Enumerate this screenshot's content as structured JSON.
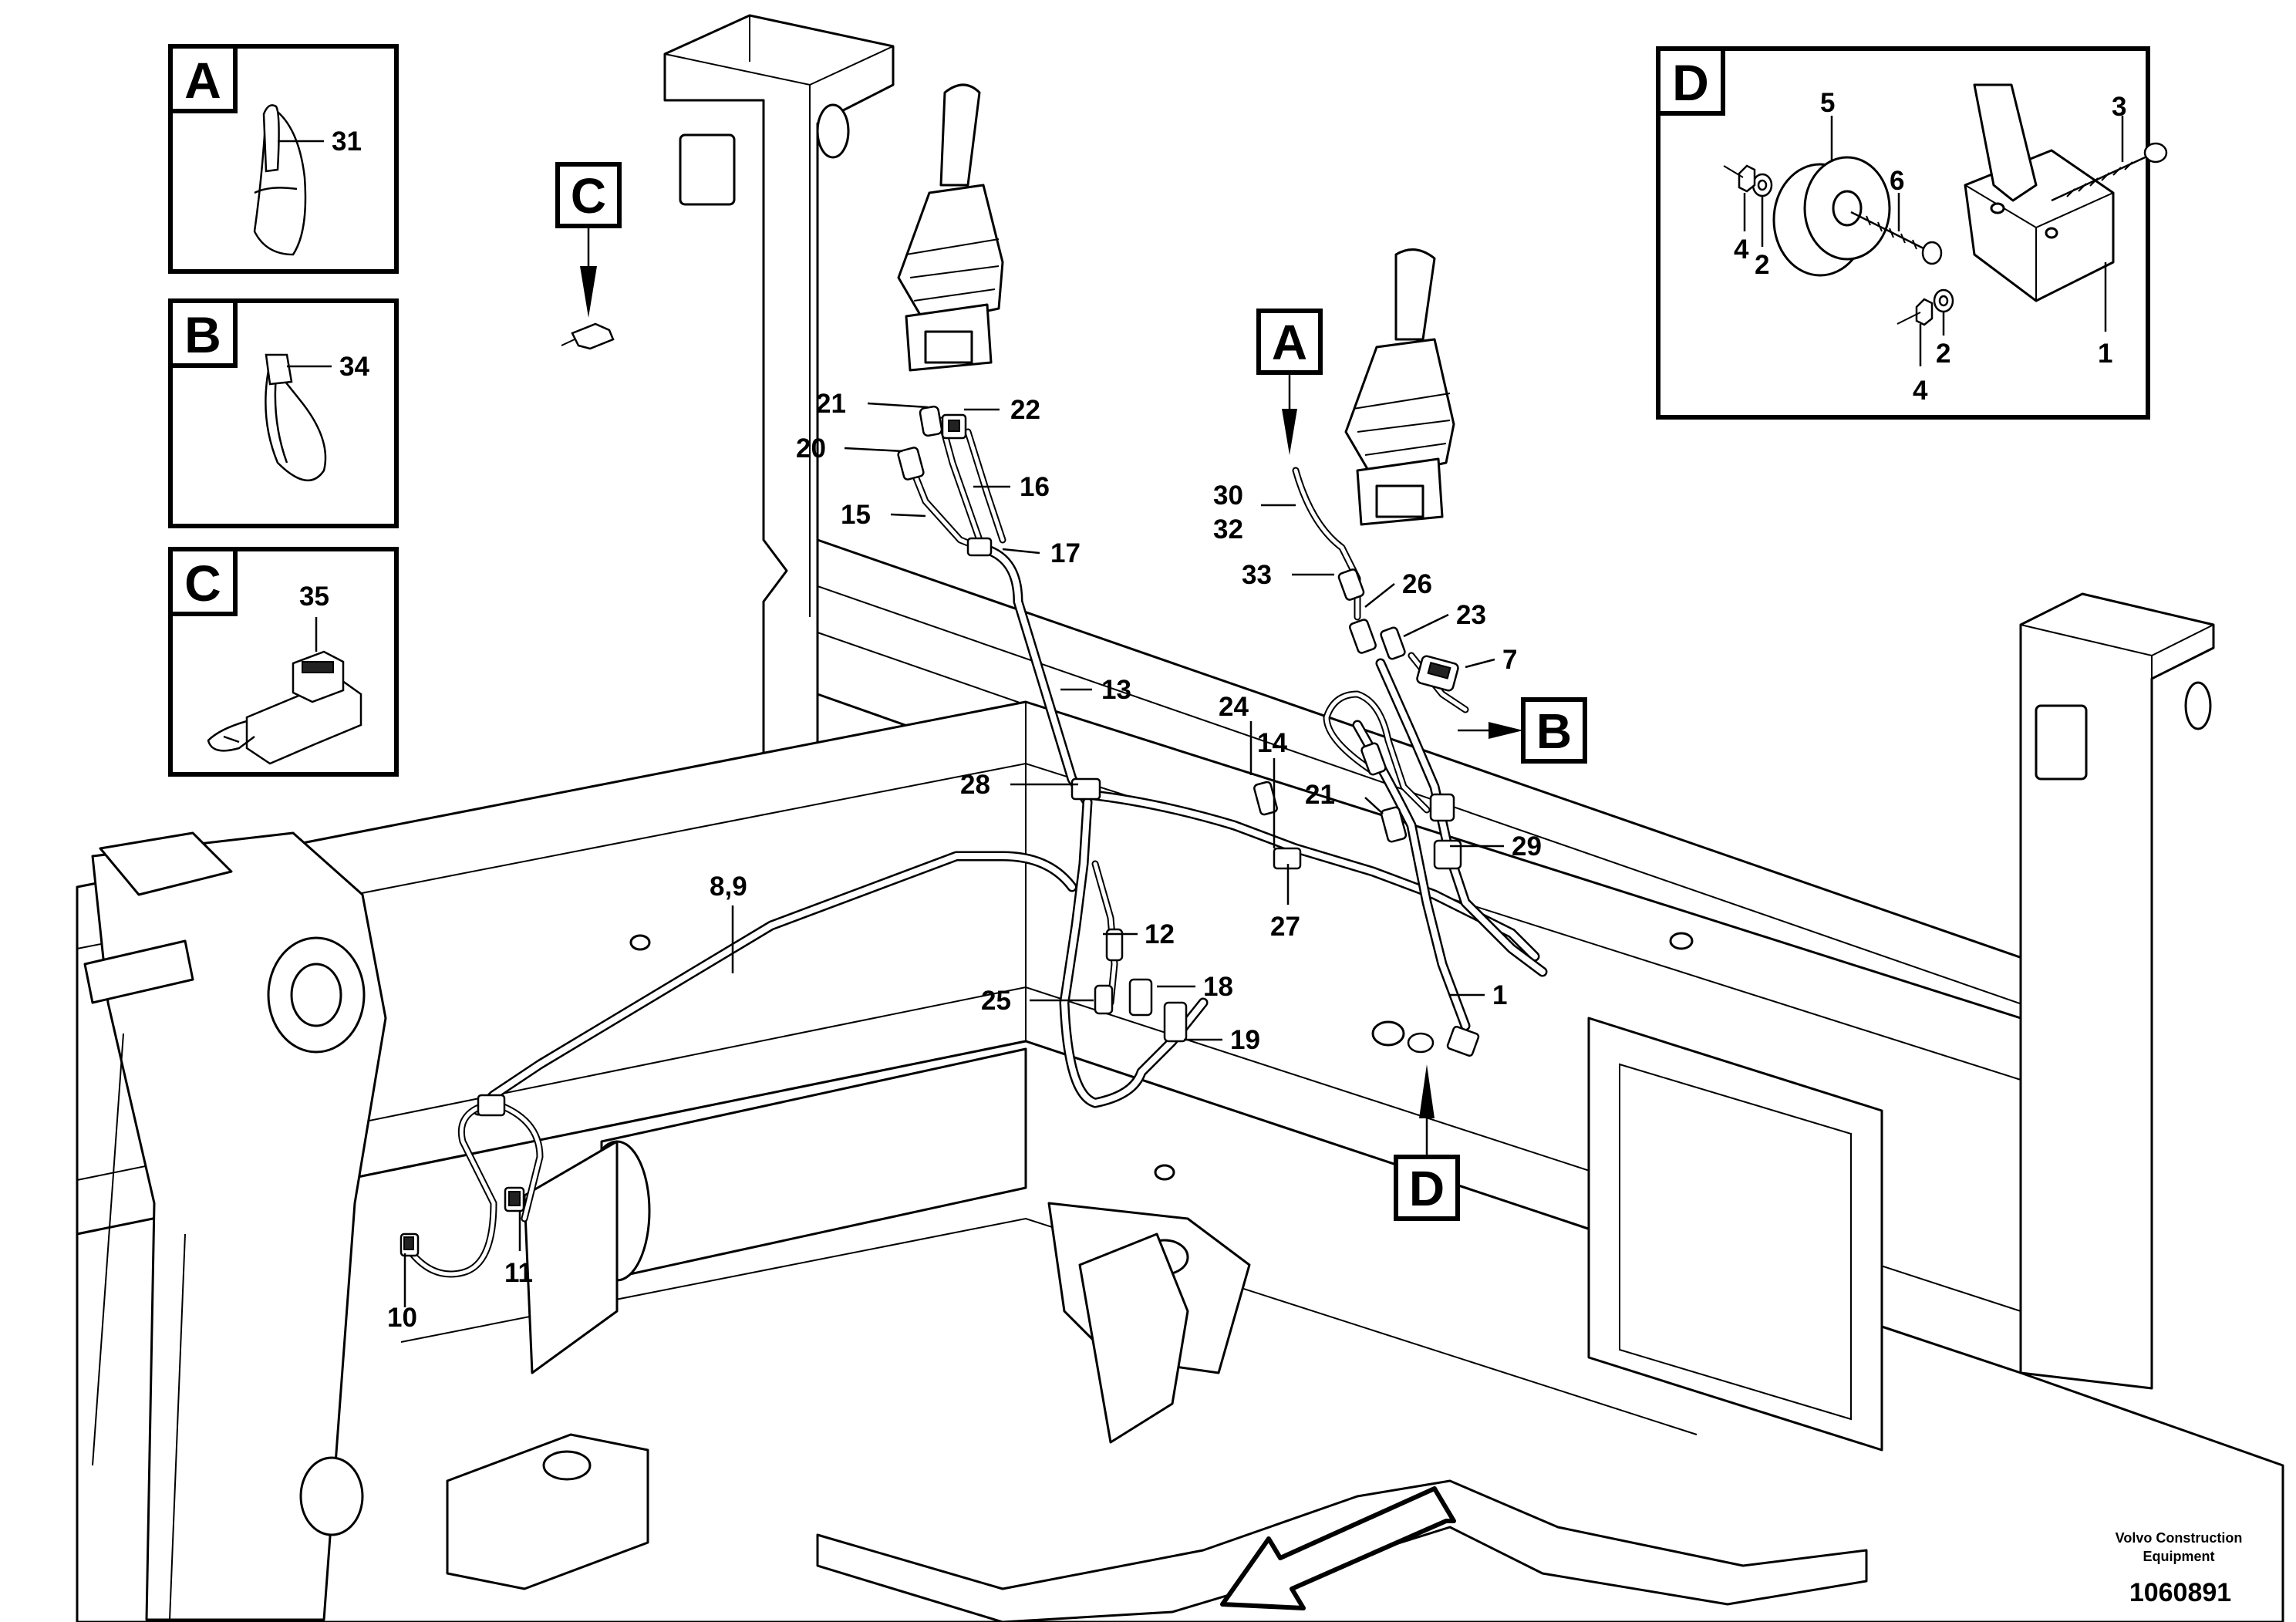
{
  "detail_boxes": {
    "A": {
      "letter": "A",
      "part": "31"
    },
    "B": {
      "letter": "B",
      "part": "34"
    },
    "C": {
      "letter": "C",
      "part": "35"
    },
    "D": {
      "letter": "D",
      "parts": [
        "5",
        "3",
        "6",
        "4",
        "2",
        "1",
        "2",
        "4"
      ]
    }
  },
  "callouts": {
    "A": "A",
    "B": "B",
    "C": "C",
    "D": "D"
  },
  "part_labels": [
    "21",
    "22",
    "20",
    "16",
    "15",
    "17",
    "13",
    "24",
    "14",
    "28",
    "21",
    "29",
    "8,9",
    "27",
    "12",
    "18",
    "25",
    "19",
    "1",
    "10",
    "11",
    "30",
    "32",
    "33",
    "26",
    "23",
    "7"
  ],
  "footer": {
    "company_line1": "Volvo Construction",
    "company_line2": "Equipment",
    "drawing_number": "1060891"
  }
}
